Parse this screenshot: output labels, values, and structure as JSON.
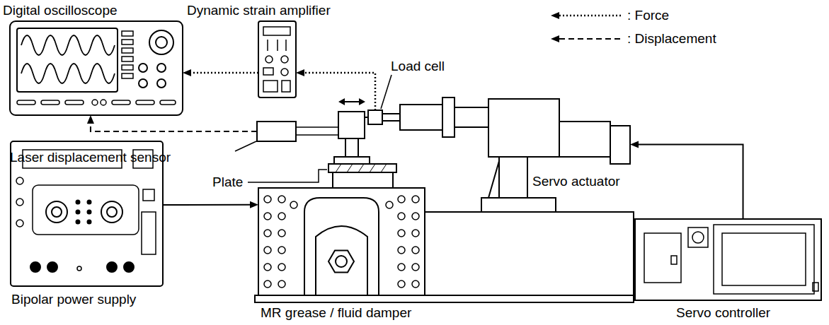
{
  "diagram": {
    "nodes": [
      {
        "text": [
          "Digital oscilloscope"
        ]
      },
      {
        "text": [
          "Dynamic strain amplifier"
        ]
      },
      {
        "text": [
          "Load cell"
        ]
      },
      {
        "text": [
          "Laser displacement sensor"
        ]
      },
      {
        "text": [
          "Servo actuator"
        ]
      },
      {
        "text": [
          "Bipolar power supply"
        ]
      },
      {
        "text": [
          "MR grease / fluid damper"
        ]
      },
      {
        "text": [
          "Servo controller"
        ]
      }
    ],
    "edges": [
      {
        "from": 2,
        "to": 1,
        "arrow": "to"
      },
      {
        "from": 1,
        "to": 0,
        "arrow": "to"
      },
      {
        "from": 3,
        "to": 0,
        "arrow": "to"
      },
      {
        "from": 7,
        "to": 4,
        "arrow": "to"
      },
      {
        "from": 5,
        "to": 6,
        "arrow": "to"
      }
    ],
    "labels": [
      "Plate"
    ],
    "legend": [
      {
        "text": ": Force"
      },
      {
        "text": ": Displacement"
      }
    ]
  }
}
